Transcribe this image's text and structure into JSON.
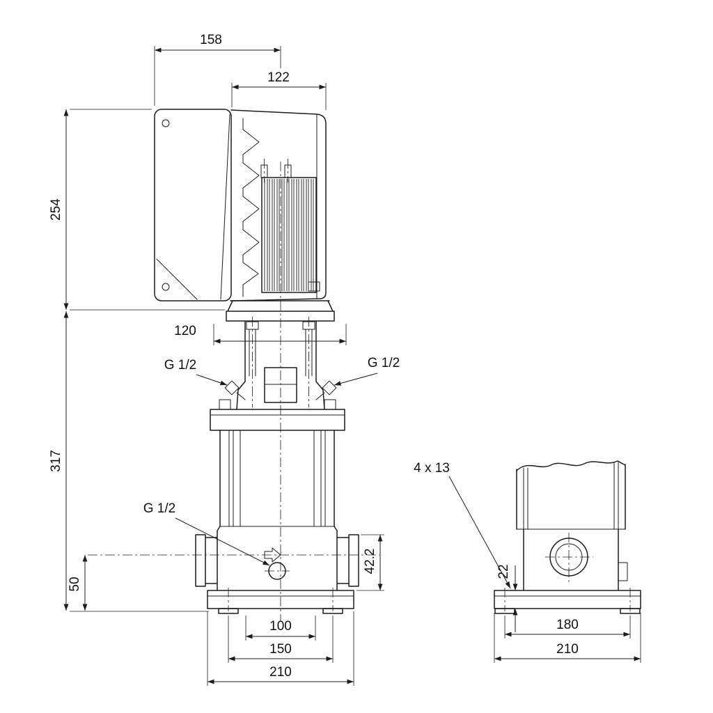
{
  "drawing": {
    "front_view": {
      "dim_top_width": "158",
      "dim_motor_width": "122",
      "dim_motor_height": "254",
      "dim_head_width": "120",
      "dim_pump_height": "317",
      "dim_port_center_height": "50",
      "dim_outlet": "42.2",
      "dim_base_inner": "100",
      "dim_base_mid": "150",
      "dim_base_outer": "210",
      "vent_left_thread": "G 1/2",
      "vent_right_thread": "G 1/2",
      "drain_thread": "G 1/2"
    },
    "side_view": {
      "bolt_holes": "4 x 13",
      "dim_plate_height": "22",
      "dim_hole_spacing": "180",
      "dim_plate_width": "210"
    },
    "colors": {
      "line": "#1c1c1c",
      "background": "#ffffff"
    }
  }
}
